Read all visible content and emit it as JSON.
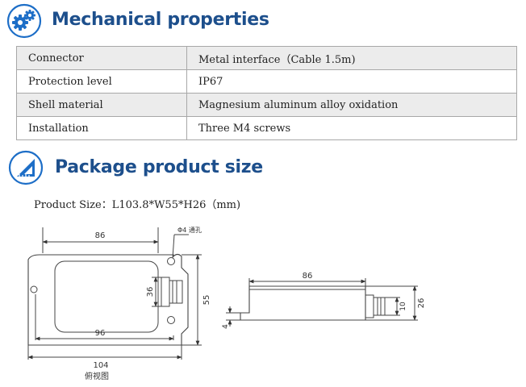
{
  "section_mechanical": {
    "title": "Mechanical properties",
    "icon": "gears-icon",
    "icon_color": "#1d6ec7"
  },
  "properties": [
    {
      "label": "Connector",
      "value": "Metal interface（Cable 1.5m)"
    },
    {
      "label": "Protection level",
      "value": "IP67"
    },
    {
      "label": "Shell material",
      "value": "Magnesium aluminum alloy oxidation"
    },
    {
      "label": "Installation",
      "value": "Three M4 screws"
    }
  ],
  "section_package": {
    "title": "Package product size",
    "icon": "ruler-triangle-icon",
    "icon_color": "#1d6ec7"
  },
  "product_size": "Product Size：L103.8*W55*H26（mm)",
  "drawing": {
    "top_view": {
      "dim_top": "86",
      "hole_label": "Φ4 通孔",
      "dim_inner_height": "36",
      "dim_height": "55",
      "dim_bottom_inner": "96",
      "dim_bottom_outer": "104",
      "caption": "俯视图"
    },
    "side_view": {
      "dim_top": "86",
      "dim_left": "4",
      "dim_connector": "10",
      "dim_height": "26"
    }
  },
  "colors": {
    "title": "#1d4f8c",
    "row_shade": "#ececec",
    "border": "#a8a8a8"
  }
}
